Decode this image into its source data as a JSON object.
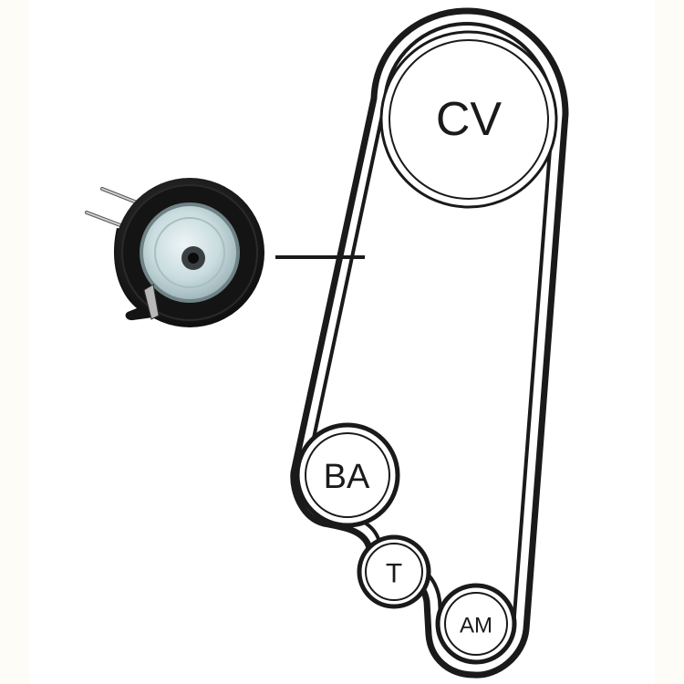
{
  "pulleys": {
    "cv": {
      "label": "CV"
    },
    "ba": {
      "label": "BA"
    },
    "t": {
      "label": "T"
    },
    "am": {
      "label": "AM"
    }
  },
  "colors": {
    "belt": "#1a1a1a",
    "background": "#ffffff",
    "outer_margin": "#fdfcf6",
    "tensioner_body": "#111111",
    "tensioner_face": "#c9dcdf"
  },
  "icons": {
    "tensioner": "tensioner-pulley-photo-icon"
  }
}
